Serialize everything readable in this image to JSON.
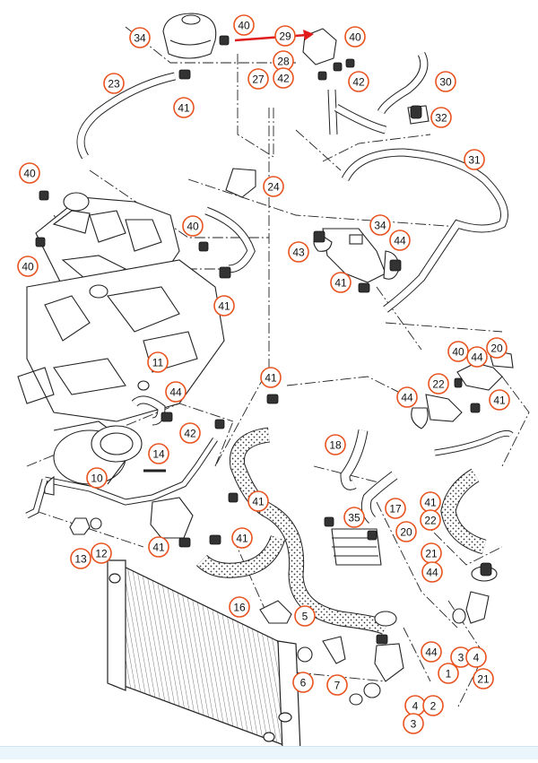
{
  "diagram": {
    "accent": "#e8531f",
    "arrow_color": "#e01b1b",
    "line_color": "#222222",
    "callouts": [
      {
        "id": "c34a",
        "label": "34"
      },
      {
        "id": "c40a",
        "label": "40"
      },
      {
        "id": "c29",
        "label": "29"
      },
      {
        "id": "c40b",
        "label": "40"
      },
      {
        "id": "c28",
        "label": "28"
      },
      {
        "id": "c27",
        "label": "27"
      },
      {
        "id": "c42a",
        "label": "42"
      },
      {
        "id": "c42b",
        "label": "42"
      },
      {
        "id": "c30",
        "label": "30"
      },
      {
        "id": "c23",
        "label": "23"
      },
      {
        "id": "c41a",
        "label": "41"
      },
      {
        "id": "c32",
        "label": "32"
      },
      {
        "id": "c31",
        "label": "31"
      },
      {
        "id": "c40c",
        "label": "40"
      },
      {
        "id": "c24",
        "label": "24"
      },
      {
        "id": "c40d",
        "label": "40"
      },
      {
        "id": "c40e",
        "label": "40"
      },
      {
        "id": "c34b",
        "label": "34"
      },
      {
        "id": "c44a",
        "label": "44"
      },
      {
        "id": "c43",
        "label": "43"
      },
      {
        "id": "c41b",
        "label": "41"
      },
      {
        "id": "c41c",
        "label": "41"
      },
      {
        "id": "c40f",
        "label": "40"
      },
      {
        "id": "c20a",
        "label": "20"
      },
      {
        "id": "c44b",
        "label": "44"
      },
      {
        "id": "c11",
        "label": "11"
      },
      {
        "id": "c41d",
        "label": "41"
      },
      {
        "id": "c44c",
        "label": "44"
      },
      {
        "id": "c22a",
        "label": "22"
      },
      {
        "id": "c44d",
        "label": "44"
      },
      {
        "id": "c41e",
        "label": "41"
      },
      {
        "id": "c42c",
        "label": "42"
      },
      {
        "id": "c18",
        "label": "18"
      },
      {
        "id": "c14",
        "label": "14"
      },
      {
        "id": "c10",
        "label": "10"
      },
      {
        "id": "c41f",
        "label": "41"
      },
      {
        "id": "c17",
        "label": "17"
      },
      {
        "id": "c41g",
        "label": "41"
      },
      {
        "id": "c22b",
        "label": "22"
      },
      {
        "id": "c35",
        "label": "35"
      },
      {
        "id": "c20b",
        "label": "20"
      },
      {
        "id": "c13",
        "label": "13"
      },
      {
        "id": "c12",
        "label": "12"
      },
      {
        "id": "c41h",
        "label": "41"
      },
      {
        "id": "c41i",
        "label": "41"
      },
      {
        "id": "c21a",
        "label": "21"
      },
      {
        "id": "c44e",
        "label": "44"
      },
      {
        "id": "c16",
        "label": "16"
      },
      {
        "id": "c5",
        "label": "5"
      },
      {
        "id": "c44f",
        "label": "44"
      },
      {
        "id": "c3a",
        "label": "3"
      },
      {
        "id": "c4a",
        "label": "4"
      },
      {
        "id": "c1",
        "label": "1"
      },
      {
        "id": "c21b",
        "label": "21"
      },
      {
        "id": "c6",
        "label": "6"
      },
      {
        "id": "c7",
        "label": "7"
      },
      {
        "id": "c4b",
        "label": "4"
      },
      {
        "id": "c2",
        "label": "2"
      },
      {
        "id": "c3b",
        "label": "3"
      }
    ]
  }
}
